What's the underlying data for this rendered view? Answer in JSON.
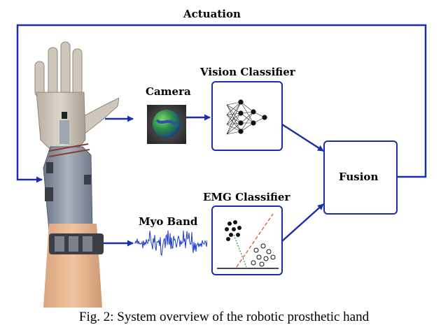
{
  "labels": {
    "actuation": "Actuation",
    "vision_classifier": "Vision Classifier",
    "camera": "Camera",
    "fusion": "Fusion",
    "emg_classifier": "EMG Classifier",
    "myo_band": "Myo Band"
  },
  "caption": "Fig. 2: System overview of the robotic prosthetic hand",
  "colors": {
    "arrow": "#1c2fa8",
    "emg_signal": "#1c3ad0",
    "decision_line": "#e0452a",
    "scatter_line": "#2a9a3a"
  },
  "icons": {
    "hand": "robotic-prosthetic-hand",
    "camera_image": "ball-image",
    "vision": "neural-network",
    "emg": "scatter-classifier",
    "signal": "emg-signal-wave"
  }
}
